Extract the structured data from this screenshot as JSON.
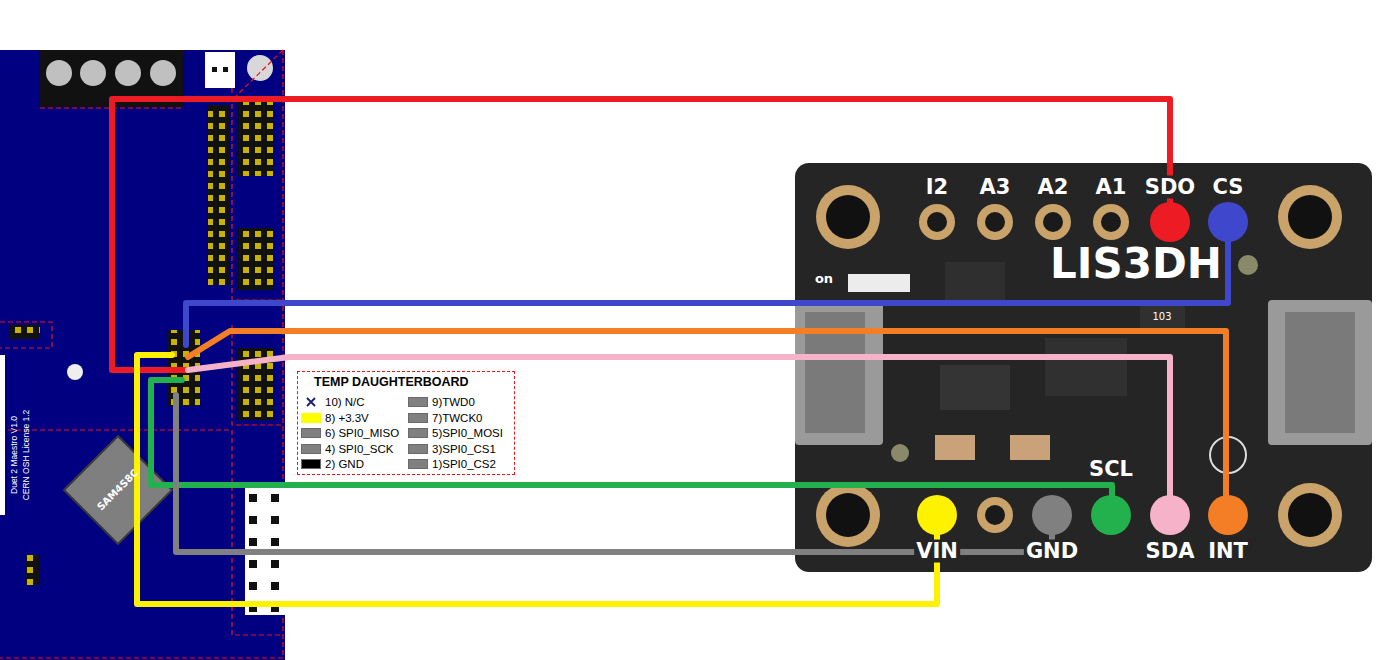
{
  "diagram": {
    "nodes": [
      {
        "text": [
          "Duet 2 Maestro V1.0",
          "CERN OSH License 1.2"
        ]
      },
      {
        "text": [
          "SAM4S8C"
        ],
        "in": 0
      },
      {
        "text": [
          "LIS3DH",
          "I2",
          "A3",
          "A2",
          "A1",
          "SDO",
          "CS",
          "on",
          "103",
          "VIN",
          "GND",
          "SCL",
          "SDA",
          "INT"
        ]
      }
    ],
    "labels": [
      "TEMP DAUGHTERBOARD"
    ],
    "legend": [
      {
        "text": "10) N/C"
      },
      {
        "text": "8) +3.3V",
        "color": "#ffff00"
      },
      {
        "text": "6) SPI0_MISO",
        "color": "#808080"
      },
      {
        "text": "4) SPI0_SCK",
        "color": "#808080"
      },
      {
        "text": "2) GND",
        "color": "#000000"
      },
      {
        "text": "9)TWD0",
        "color": "#808080"
      },
      {
        "text": "7)TWCK0",
        "color": "#808080"
      },
      {
        "text": "5)SPI0_MOSI",
        "color": "#808080"
      },
      {
        "text": "3)SPI0_CS1",
        "color": "#808080"
      },
      {
        "text": "1)SPI0_CS2",
        "color": "#808080"
      }
    ]
  }
}
